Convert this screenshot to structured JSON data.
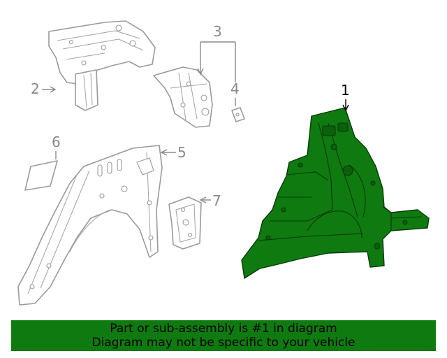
{
  "diagram": {
    "callouts": [
      {
        "number": "1",
        "highlighted": true
      },
      {
        "number": "2",
        "highlighted": false
      },
      {
        "number": "3",
        "highlighted": false
      },
      {
        "number": "4",
        "highlighted": false
      },
      {
        "number": "5",
        "highlighted": false
      },
      {
        "number": "6",
        "highlighted": false
      },
      {
        "number": "7",
        "highlighted": false
      }
    ],
    "highlight_color": "#0f7a0f",
    "line_color": "#9a9a9a"
  },
  "banner": {
    "line1": "Part or sub-assembly is #1 in diagram",
    "line2": "Diagram may not be specific to your vehicle",
    "background": "#0f7a0f"
  }
}
